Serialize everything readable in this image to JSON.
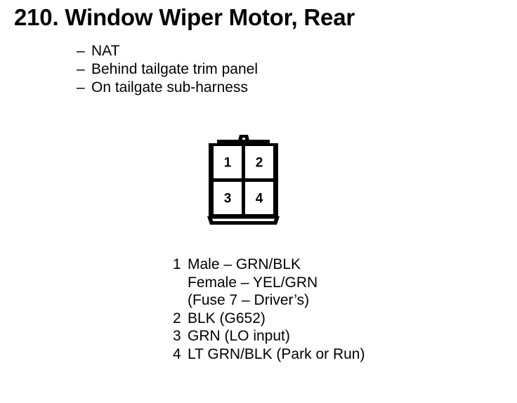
{
  "page": {
    "title": "210. Window Wiper Motor, Rear",
    "background_color": "#ffffff",
    "ink_color": "#000000"
  },
  "notes": {
    "dash": "–",
    "items": [
      "NAT",
      "Behind tailgate trim panel",
      "On tailgate sub-harness"
    ]
  },
  "connector": {
    "name": "4-way connector face view",
    "pin_count": 4,
    "layout": "2x2",
    "pins": [
      {
        "number": "1",
        "position": "top-left"
      },
      {
        "number": "2",
        "position": "top-right"
      },
      {
        "number": "3",
        "position": "bottom-left"
      },
      {
        "number": "4",
        "position": "bottom-right"
      }
    ]
  },
  "legend": {
    "entries": [
      {
        "pin": "1",
        "lines": [
          "Male – GRN/BLK",
          "Female – YEL/GRN",
          "(Fuse 7 – Driver’s)"
        ]
      },
      {
        "pin": "2",
        "lines": [
          "BLK (G652)"
        ]
      },
      {
        "pin": "3",
        "lines": [
          "GRN (LO input)"
        ]
      },
      {
        "pin": "4",
        "lines": [
          "LT GRN/BLK (Park or Run)"
        ]
      }
    ]
  }
}
